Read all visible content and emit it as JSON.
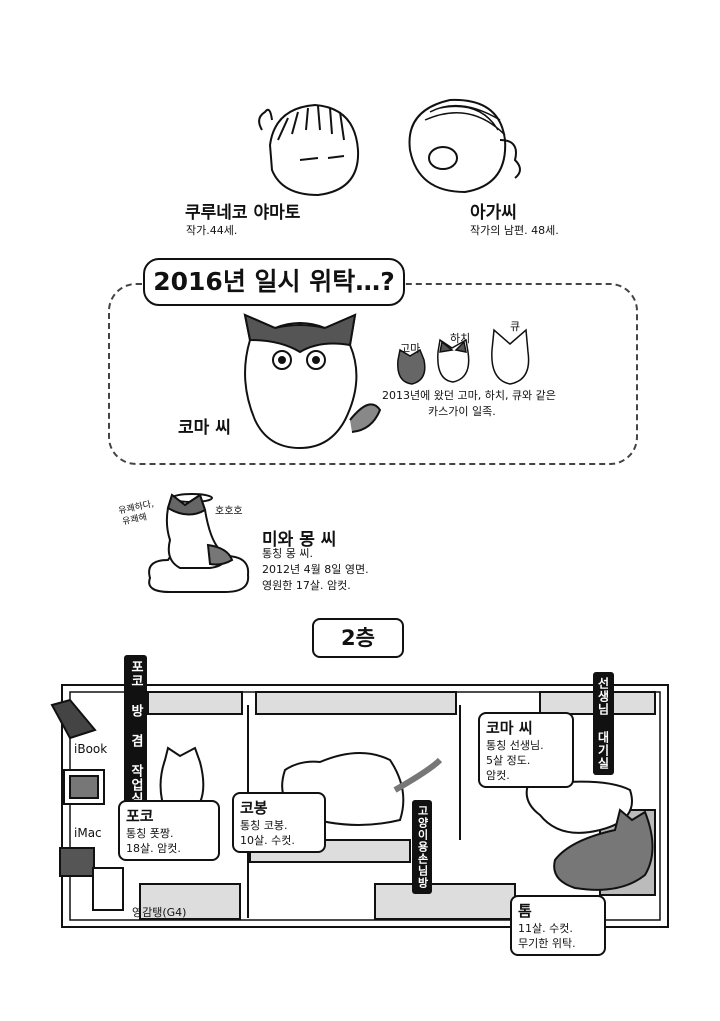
{
  "characters": {
    "author": {
      "name": "쿠루네코 야마토",
      "desc": "작가.44세."
    },
    "husband": {
      "name": "아가씨",
      "desc": "작가의 남편. 48세."
    }
  },
  "section_title": "2016년 일시 위탁…?",
  "foster": {
    "main_name": "코마 씨",
    "small_cats": [
      "고마",
      "하치",
      "큐"
    ],
    "note_line1": "2013년에 왔던 고마, 하치, 큐와 같은",
    "note_line2": "카스가이 일족."
  },
  "miwamong": {
    "exclaim_left_1": "유쾌하다,",
    "exclaim_left_2": "유쾌해",
    "exclaim_right": "호호호",
    "name": "미와 몽 씨",
    "line1": "통칭 몽 씨.",
    "line2": "2012년 4월 8일 영면.",
    "line3": "영원한 17살. 암컷."
  },
  "floor_label": "2층",
  "rooms": {
    "poko_room": "포코 방 겸 작업실",
    "waiting_room": "선생님 대기실",
    "toilet_room": "고양이용손님방"
  },
  "devices": {
    "ibook": "iBook",
    "imac": "iMac",
    "g4": "영감탱(G4)"
  },
  "cats": {
    "poko": {
      "name": "포코",
      "line1": "통칭 폿짱.",
      "line2": "18살. 암컷."
    },
    "kobong": {
      "name": "코봉",
      "line1": "통칭 코봉.",
      "line2": "10살. 수컷."
    },
    "koma": {
      "name": "코마 씨",
      "line1": "통칭 선생님.",
      "line2": "5살 정도.",
      "line3": "암컷."
    },
    "tom": {
      "name": "톰",
      "line1": "11살. 수컷.",
      "line2": "무기한 위탁."
    }
  },
  "colors": {
    "ink": "#111111",
    "paper": "#ffffff",
    "shade": "#9a9a9a"
  }
}
